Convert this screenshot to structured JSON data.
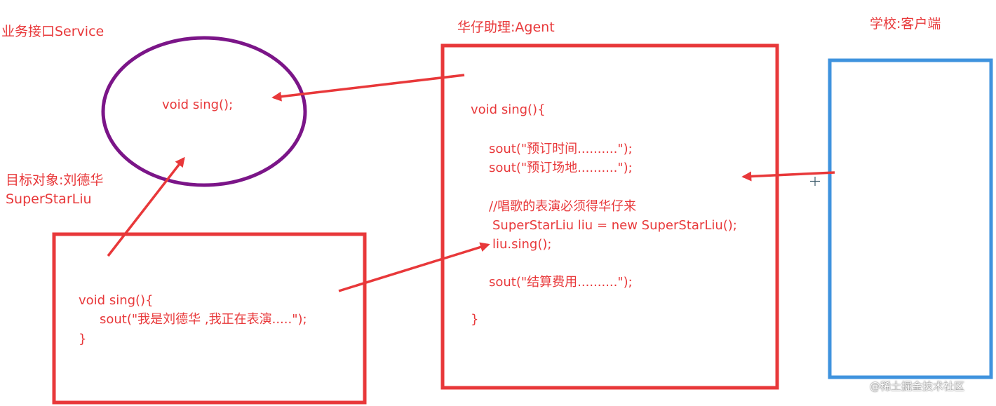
{
  "colors": {
    "red": "#e8383a",
    "purple": "#7b1588",
    "blue": "#3f93de"
  },
  "interface": {
    "title": "业务接口Service",
    "method": "void sing();"
  },
  "agent": {
    "title": "华仔助理:Agent",
    "code": {
      "open": "void sing(){",
      "line1": "sout(\"预订时间..........\");",
      "line2": "sout(\"预订场地..........\");",
      "comment": "//唱歌的表演必须得华仔来",
      "create": "SuperStarLiu liu = new SuperStarLiu();",
      "call": "liu.sing();",
      "line3": "sout(\"结算费用..........\");",
      "close": "}"
    }
  },
  "target": {
    "title_line1": "目标对象:刘德华",
    "title_line2": "SuperStarLiu",
    "code": {
      "open": "void sing(){",
      "line1": "sout(\"我是刘德华 ,我正在表演.....\");",
      "close": "}"
    }
  },
  "client": {
    "title": "学校:客户端"
  },
  "watermark": "@稀土掘金技术社区"
}
